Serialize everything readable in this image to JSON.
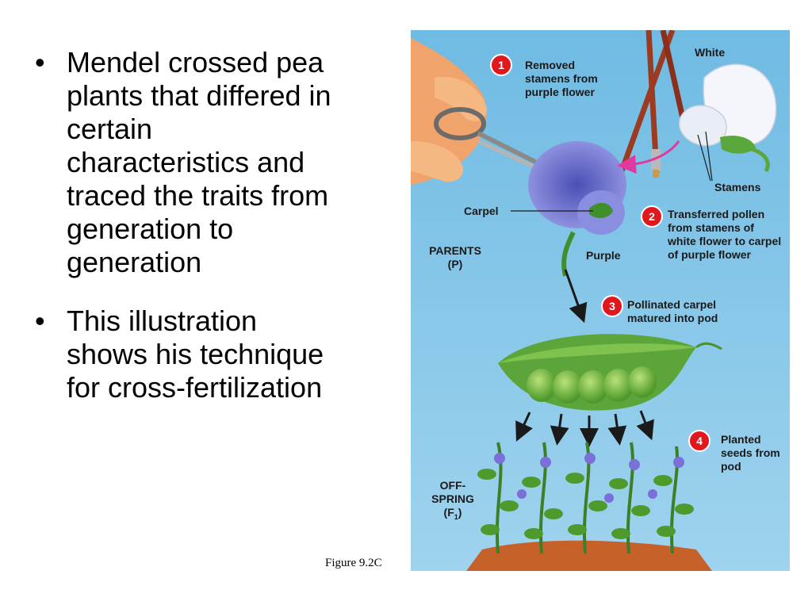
{
  "bullets": [
    "Mendel crossed pea plants that differed in certain characteristics and traced the traits from generation to generation",
    "This illustration shows his technique for cross-fertilization"
  ],
  "caption": "Figure 9.2C",
  "figure": {
    "steps": [
      {
        "number": "1",
        "text": "Removed stamens from purple flower"
      },
      {
        "number": "2",
        "text": "Transferred pollen from stamens of white flower to carpel of purple flower"
      },
      {
        "number": "3",
        "text": "Pollinated carpel matured into pod"
      },
      {
        "number": "4",
        "text": "Planted seeds from pod"
      }
    ],
    "labels": {
      "white": "White",
      "stamens": "Stamens",
      "carpel": "Carpel",
      "parents": "PARENTS",
      "parents_sym": "(P)",
      "purple": "Purple",
      "offspring_1": "OFF-",
      "offspring_2": "SPRING",
      "offspring_f": "(F",
      "offspring_sub": "1",
      "offspring_close": ")"
    },
    "colors": {
      "background": "#7ec3e6",
      "marker": "#e0181d",
      "purple_flower": "#7b7fd8",
      "pod": "#5ba53a",
      "arrow_pink": "#e03aa0"
    }
  }
}
